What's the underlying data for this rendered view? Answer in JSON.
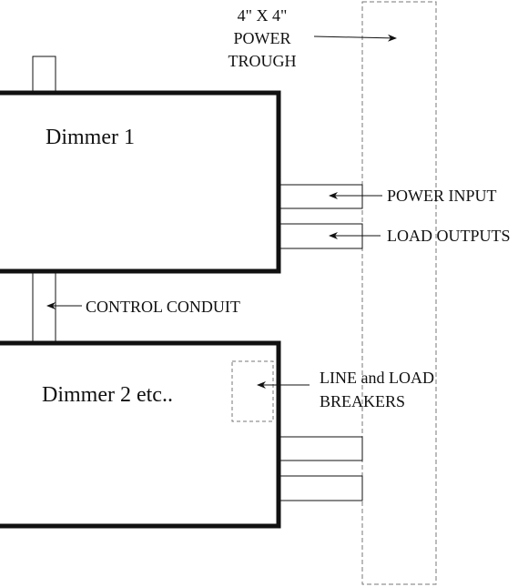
{
  "labels": {
    "trough_line1": "4\" X 4\"",
    "trough_line2": "POWER",
    "trough_line3": "TROUGH",
    "dimmer1": "Dimmer 1",
    "dimmer2": "Dimmer 2 etc..",
    "power_input": "POWER INPUT",
    "load_outputs": "LOAD OUTPUTS",
    "control_conduit": "CONTROL CONDUIT",
    "breakers_line1": "LINE and LOAD",
    "breakers_line2": "BREAKERS"
  },
  "colors": {
    "line": "#111111",
    "dashed": "#777777",
    "background": "#ffffff"
  }
}
